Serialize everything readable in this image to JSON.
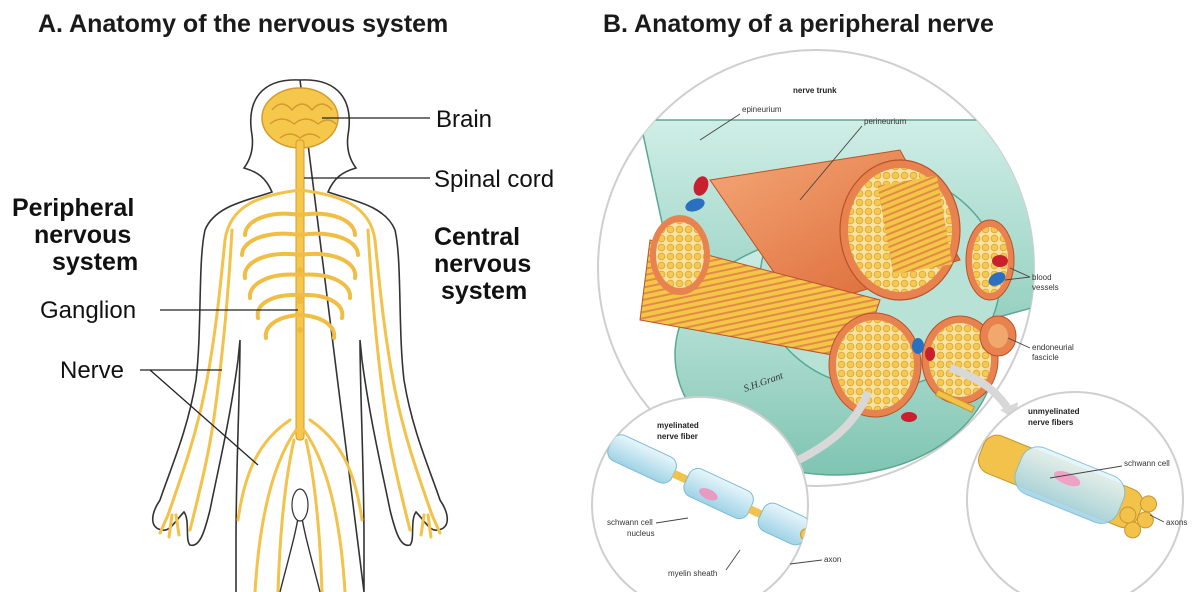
{
  "panel_a": {
    "title": "A. Anatomy of the nervous system",
    "labels": {
      "brain": "Brain",
      "spinal_cord": "Spinal cord",
      "pns_line1": "Peripheral",
      "pns_line2": "nervous",
      "pns_line3": "system",
      "cns_line1": "Central",
      "cns_line2": "nervous",
      "cns_line3": "system",
      "ganglion": "Ganglion",
      "nerve": "Nerve"
    }
  },
  "panel_b": {
    "title": "B. Anatomy of a peripheral nerve",
    "labels": {
      "nerve_trunk": "nerve trunk",
      "epineurium": "epineurium",
      "perineurium": "perineurium",
      "blood_line1": "blood",
      "blood_line2": "vessels",
      "endo_line1": "endoneurial",
      "endo_line2": "fascicle",
      "myel_line1": "myelinated",
      "myel_line2": "nerve fiber",
      "unmyel_line1": "unmyelinated",
      "unmyel_line2": "nerve fibers",
      "schwann_cell": "schwann cell",
      "schwann_nucleus_line1": "schwann cell",
      "schwann_nucleus_line2": "nucleus",
      "myelin_sheath": "myelin sheath",
      "axon": "axon",
      "axons": "axons",
      "signature": "S.H.Grant"
    }
  },
  "colors": {
    "nerve_yellow": "#f5c84c",
    "nerve_outline": "#d9a23a",
    "body_outline": "#333333",
    "epineurium_teal": "#a8d8cc",
    "perineurium_orange": "#e8834f",
    "vessel_red": "#c8202e",
    "vessel_blue": "#2a6fc0"
  }
}
